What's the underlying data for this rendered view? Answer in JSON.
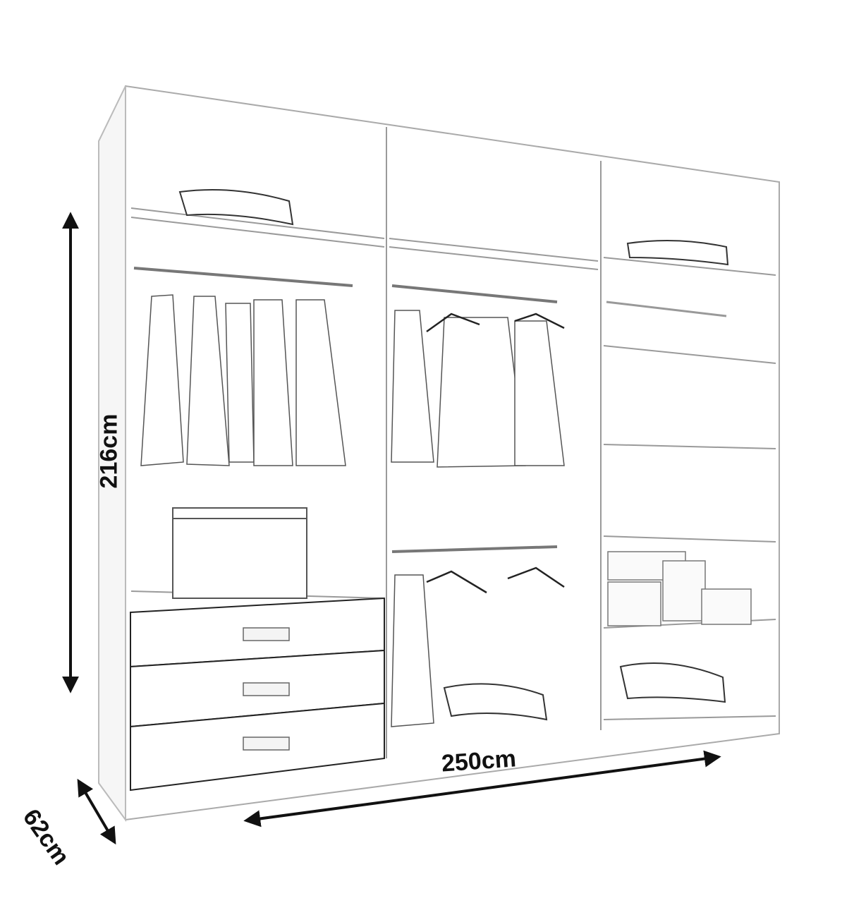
{
  "figure": {
    "subject": "Wardrobe line drawing with dimensions",
    "colors": {
      "line": "#222222",
      "light_line": "#9a9a9a",
      "background": "#ffffff"
    }
  },
  "dimensions": {
    "height": "216cm",
    "width": "250cm",
    "depth": "62cm"
  },
  "sections": [
    {
      "name": "left",
      "contents": [
        "top shelf with folded clothes",
        "hanging rail with shirts",
        "storage box",
        "3 drawers"
      ]
    },
    {
      "name": "middle",
      "contents": [
        "top compartment",
        "upper hanging rail with shirts",
        "lower hanging rail with hangers",
        "folded towels"
      ]
    },
    {
      "name": "right",
      "contents": [
        "top shelf with folded clothes",
        "rail",
        "shelves",
        "gift boxes",
        "folded towels"
      ]
    }
  ]
}
